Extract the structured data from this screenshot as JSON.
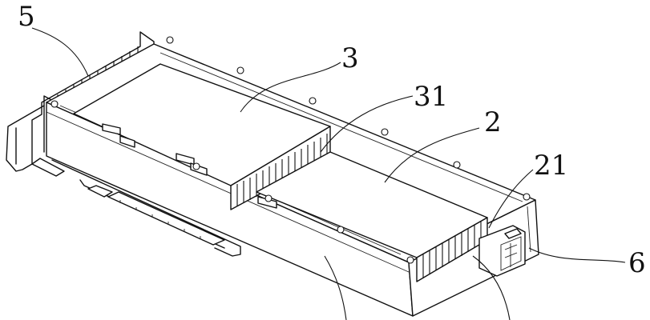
{
  "callouts": {
    "c5": "5",
    "c3": "3",
    "c31": "31",
    "c2": "2",
    "c21": "21",
    "c6": "6"
  }
}
